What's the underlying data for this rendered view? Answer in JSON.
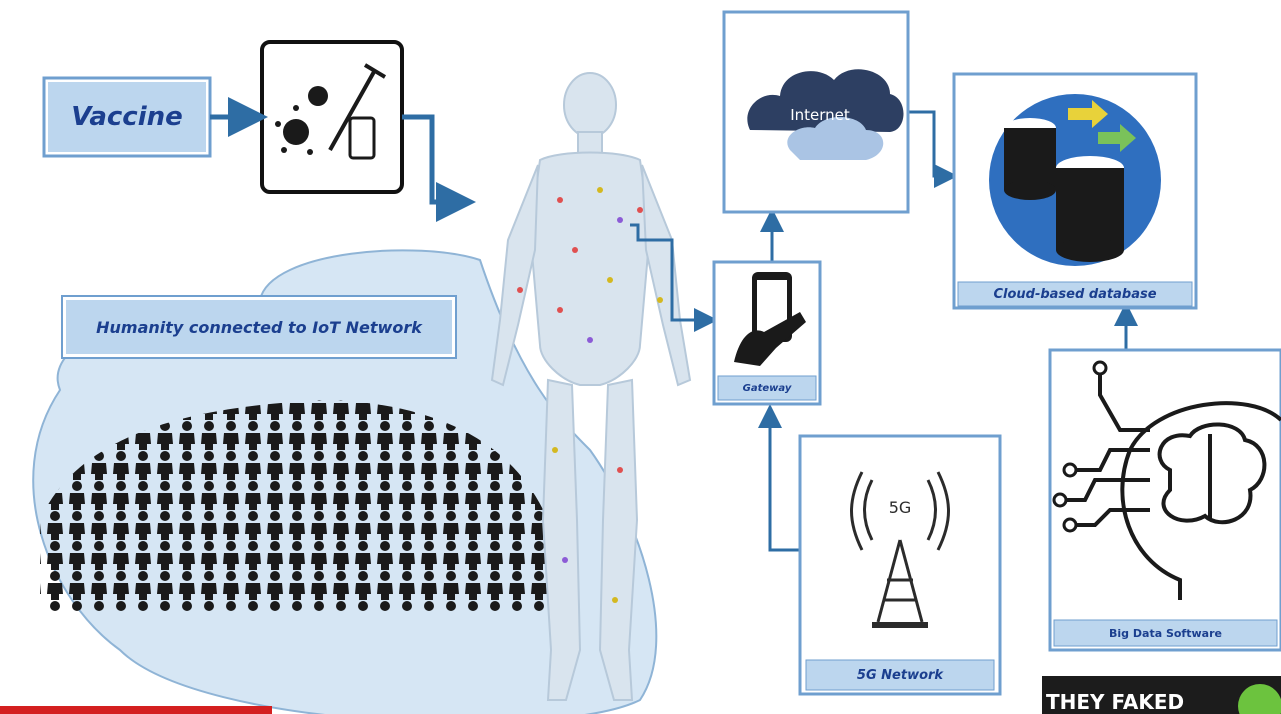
{
  "vaccine_label": "Vaccine",
  "humanity_label": "Humanity connected to IoT Network",
  "internet_label": "Internet",
  "gateway_label": "Gateway",
  "cloud_db_label": "Cloud-based database",
  "network_5g_label": "5G Network",
  "tower_5g_text": "5G",
  "big_data_label": "Big Data Software",
  "banner_text": "THEY FAKED",
  "colors": {
    "box_border": "#6f9fcf",
    "label_fill": "#bcd6ee",
    "label_text": "#1b3f8f",
    "arrow": "#2e6da4",
    "blob": "#d6e6f4",
    "db_circle": "#2f6fbf",
    "banner_bg": "#1c1c1c",
    "red_bar": "#d42020"
  }
}
